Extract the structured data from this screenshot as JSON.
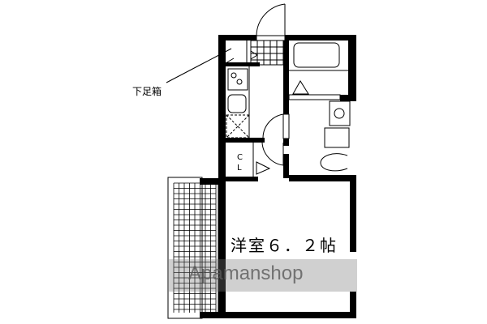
{
  "floorplan": {
    "rooms": [
      {
        "id": "western-room",
        "label": "洋室６．２帖",
        "area_jo": 6.2
      },
      {
        "id": "closet",
        "label": "C\nL"
      }
    ],
    "annotations": {
      "shoe_box": "下足箱"
    },
    "watermark": "Apamanshop",
    "fixtures": [
      "bathtub",
      "gas-stove",
      "sink",
      "washer-pan",
      "washbasin",
      "toilet",
      "storage",
      "balcony"
    ]
  }
}
